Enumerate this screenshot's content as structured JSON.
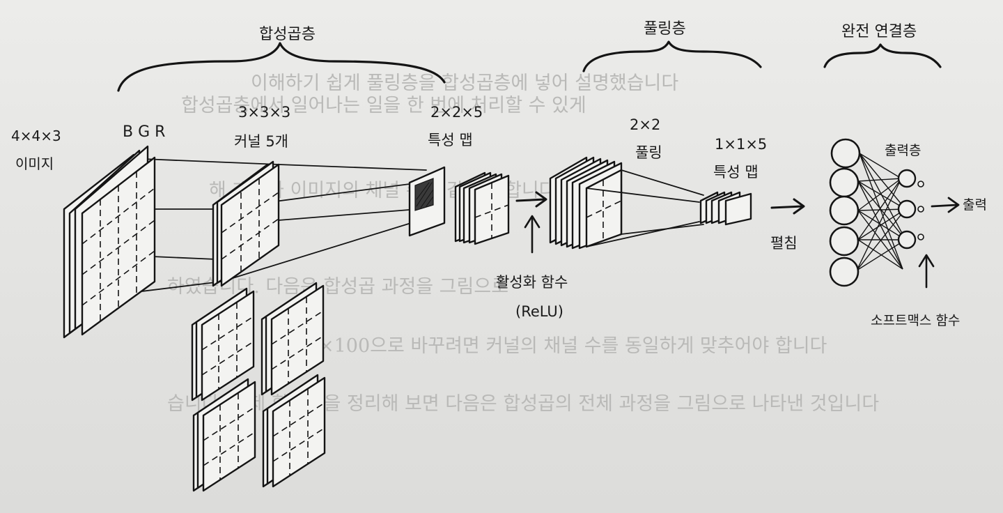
{
  "labels": {
    "conv_section": "합성곱층",
    "pool_section": "풀링층",
    "fc_section": "완전 연결층",
    "image_dim": "4×4×3",
    "image_name": "이미지",
    "bgr": "B G R",
    "kernel_dim": "3×3×3",
    "kernel_count": "커널 5개",
    "feat1_dim": "2×2×5",
    "feat1_name": "특성 맵",
    "pool_dim": "2×2",
    "pool_name": "풀링",
    "feat2_dim": "1×1×5",
    "feat2_name": "특성 맵",
    "activation": "활성화 함수",
    "relu": "(ReLU)",
    "flatten": "펼침",
    "output_layer": "출력층",
    "output": "출력",
    "softmax": "소프트맥스 함수"
  },
  "background_text": [
    "이해하기 쉽게 풀링층을 합성곱층에 넣어 설명했습니다",
    "합성곱층에서 일어나는 일을 한 번에 처리할 수 있게",
    "해 개수와 이미지의 채널 수가 같아야 합니다",
    "하였습니다. 다음은 합성곱 과정을 그림으로",
    "3×3×100으로 바꾸려면 커널의 채널 수를 동일하게 맞추어야 합니다",
    "습니다. 이제 합성곱을 정리해 보면 다음은 합성곱의 전체 과정을 그림으로 나타낸 것입니다"
  ],
  "colors": {
    "ink": "#141414",
    "paper": "#e6e6e4",
    "ghost_text": "#b9b9b7"
  }
}
